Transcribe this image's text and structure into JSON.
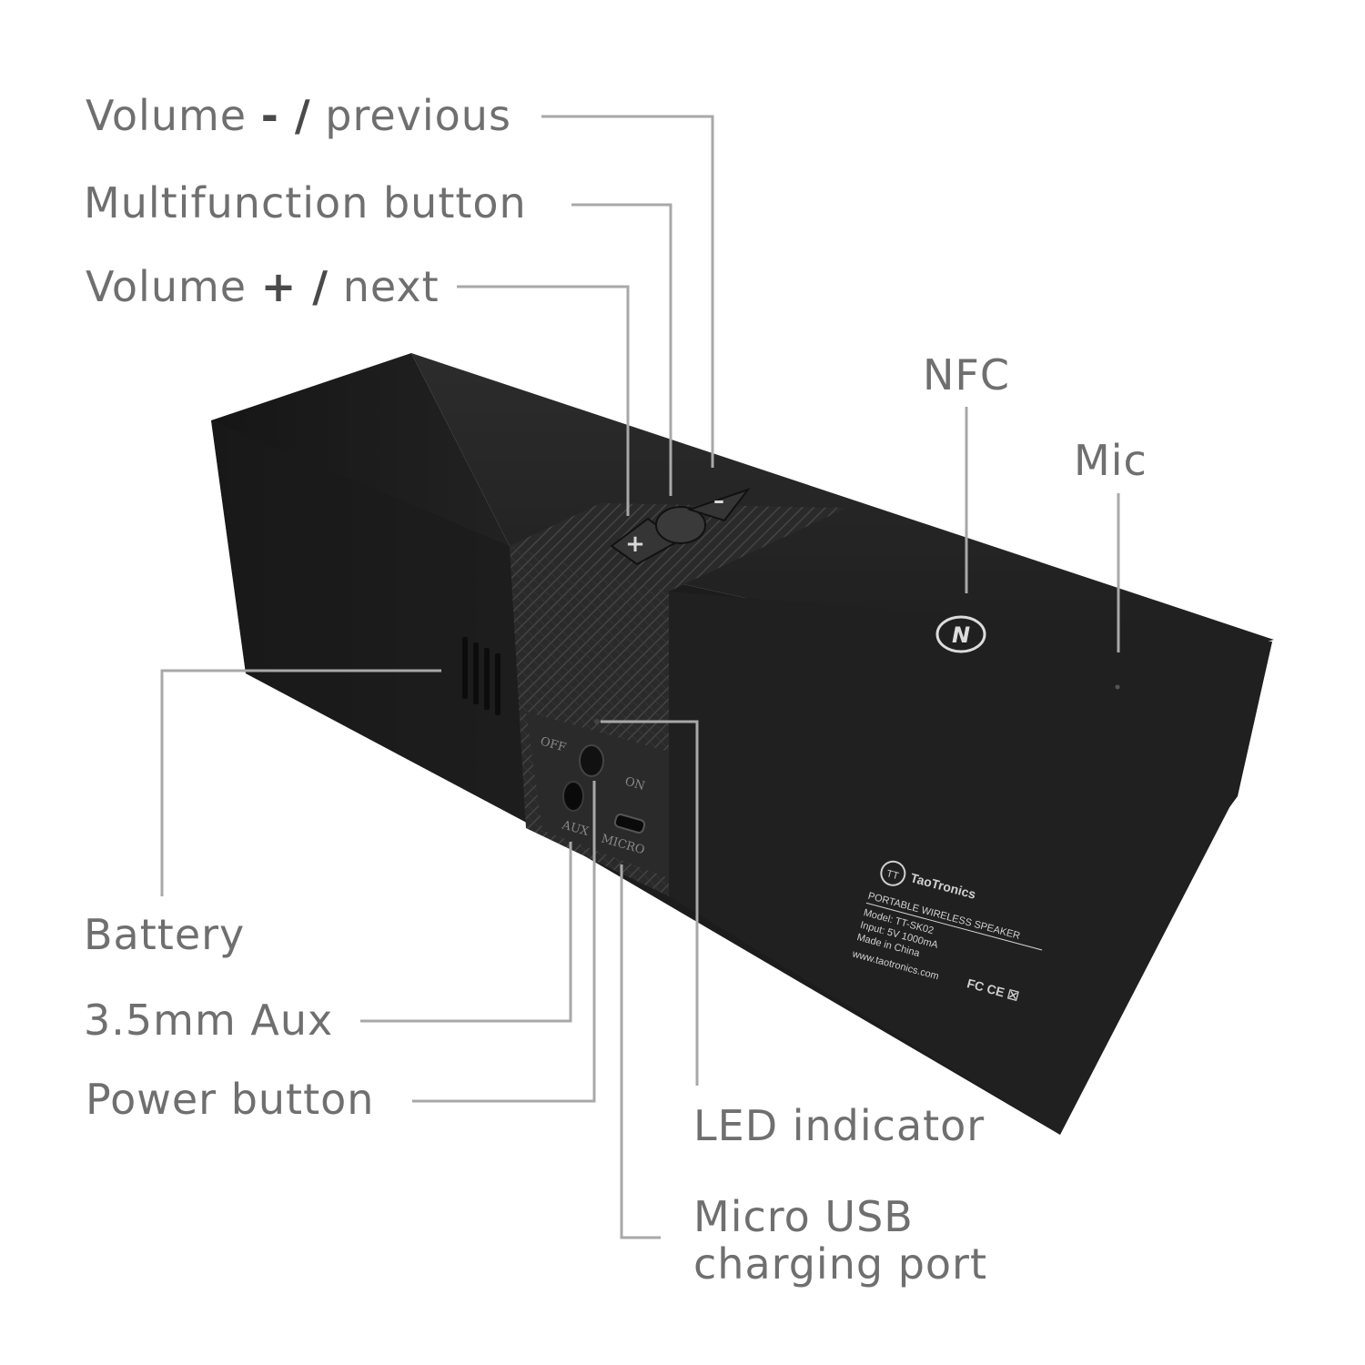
{
  "labels": {
    "volume_minus": {
      "prefix": "Volume ",
      "symbol": "- /",
      "suffix": " previous"
    },
    "multifunction": "Multifunction button",
    "volume_plus": {
      "prefix": "Volume ",
      "symbol": "+ /",
      "suffix": " next"
    },
    "nfc": "NFC",
    "mic": "Mic",
    "battery": "Battery",
    "aux": "3.5mm Aux",
    "power": "Power button",
    "led": "LED indicator",
    "usb_line1": "Micro USB",
    "usb_line2": "charging port"
  },
  "device": {
    "button_plus": "+",
    "button_minus": "–",
    "nfc_mark": "N",
    "port_off": "OFF",
    "port_on": "ON",
    "port_aux": "AUX",
    "port_micro": "MICRO",
    "brand": "TaoTronics",
    "brand_logo": "TT",
    "sticker_line1": "PORTABLE WIRELESS SPEAKER",
    "sticker_line2": "Model: TT-SK02",
    "sticker_line3": "Input: 5V  1000mA",
    "sticker_line4": "Made in China",
    "sticker_line5": "www.taotronics.com",
    "certs": "FC  CE  ☒"
  },
  "colors": {
    "body_dark": "#1b1b1b",
    "body_top": "#242424",
    "leader_line": "#a8a8a8",
    "label_text": "#6f6f6f"
  }
}
